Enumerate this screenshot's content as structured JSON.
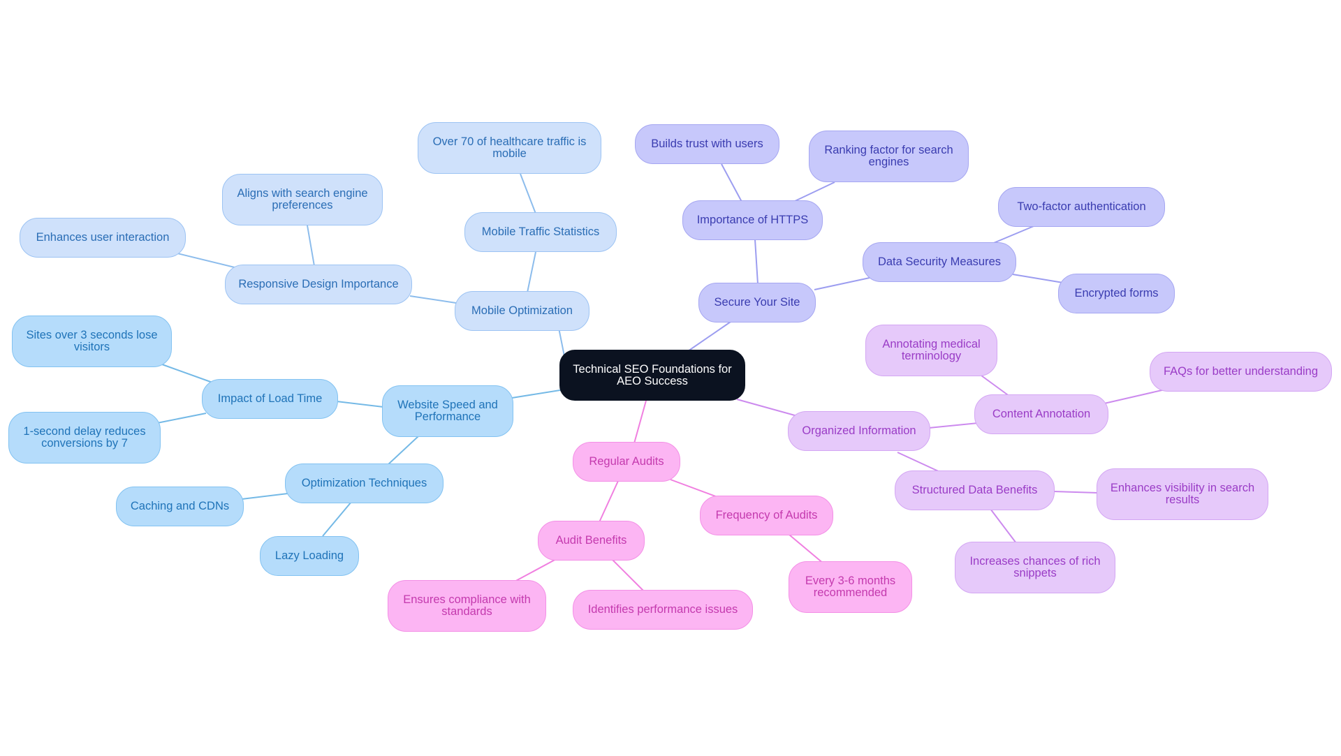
{
  "center": {
    "label": "Technical SEO Foundations for AEO Success"
  },
  "branches": {
    "mobile": {
      "label": "Mobile Optimization",
      "traffic": "Mobile Traffic Statistics",
      "traffic_detail": "Over 70 of healthcare traffic is mobile",
      "responsive": "Responsive Design Importance",
      "responsive_search": "Aligns with search engine preferences",
      "responsive_user": "Enhances user interaction"
    },
    "speed": {
      "label": "Website Speed and Performance",
      "load_time": "Impact of Load Time",
      "load_visitors": "Sites over 3 seconds lose visitors",
      "load_conversions": "1-second delay reduces conversions by 7",
      "techniques": "Optimization Techniques",
      "caching": "Caching and CDNs",
      "lazy": "Lazy Loading"
    },
    "secure": {
      "label": "Secure Your Site",
      "https": "Importance of HTTPS",
      "https_trust": "Builds trust with users",
      "https_ranking": "Ranking factor for search engines",
      "security": "Data Security Measures",
      "two_factor": "Two-factor authentication",
      "encrypted": "Encrypted forms"
    },
    "organized": {
      "label": "Organized Information",
      "annotation": "Content Annotation",
      "annotation_medical": "Annotating medical terminology",
      "annotation_faq": "FAQs for better understanding",
      "structured": "Structured Data Benefits",
      "structured_visibility": "Enhances visibility in search results",
      "structured_snippets": "Increases chances of rich snippets"
    },
    "audits": {
      "label": "Regular Audits",
      "frequency": "Frequency of Audits",
      "frequency_detail": "Every 3-6 months recommended",
      "benefits": "Audit Benefits",
      "benefits_compliance": "Ensures compliance with standards",
      "benefits_performance": "Identifies performance issues"
    }
  },
  "colors": {
    "center_fill": "#0b1220",
    "center_text": "#ffffff",
    "mobile_fill": "#cfe1fb",
    "mobile_border": "#9cc3f3",
    "mobile_text": "#2a6db5",
    "mobile_edge": "#8cbcec",
    "speed_fill": "#b5dcfb",
    "speed_border": "#82c2f1",
    "speed_text": "#1f73b8",
    "speed_edge": "#74b9e6",
    "secure_fill": "#c7c8fb",
    "secure_border": "#a5a6f1",
    "secure_text": "#3a3cb0",
    "secure_edge": "#9c9df0",
    "organized_fill": "#e6c9fa",
    "organized_border": "#d3a6f3",
    "organized_text": "#9a3cc6",
    "organized_edge": "#cc8aee",
    "audits_fill": "#fcb5f3",
    "audits_border": "#f38fe6",
    "audits_text": "#c43aae",
    "audits_edge": "#f07fe0"
  }
}
